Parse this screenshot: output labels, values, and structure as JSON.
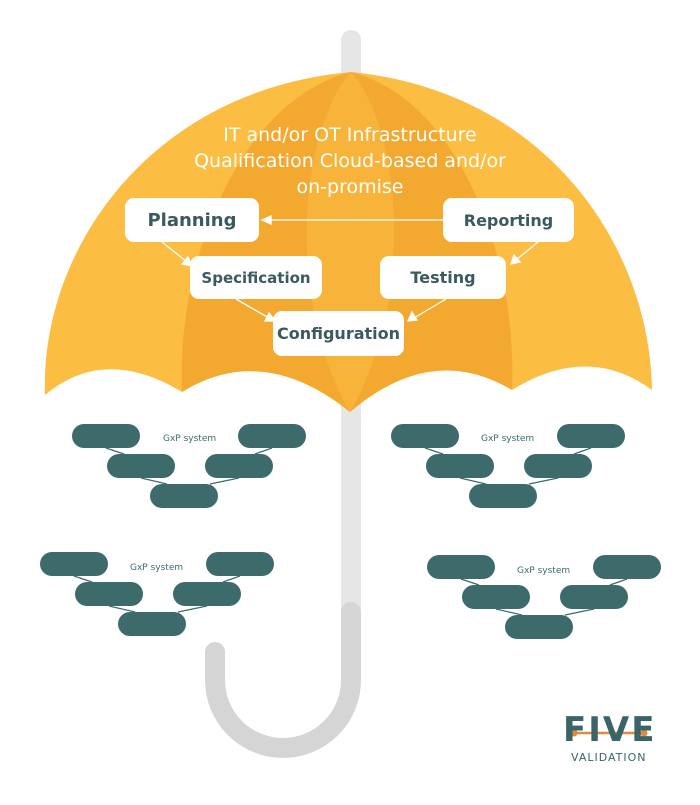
{
  "title_lines": [
    "IT and/or OT Infrastructure",
    "Qualification Cloud-based and/or",
    "on-promise"
  ],
  "process_steps": {
    "planning": "Planning",
    "reporting": "Reporting",
    "specification": "Specification",
    "testing": "Testing",
    "configuration": "Configuration"
  },
  "gxp_systems": [
    {
      "label": "GxP system"
    },
    {
      "label": "GxP system"
    },
    {
      "label": "GxP system"
    },
    {
      "label": "GxP system"
    }
  ],
  "logo": {
    "word": "FIVE",
    "sub": "VALIDATION"
  },
  "colors": {
    "umbrella_light": "#FBBE42",
    "umbrella_dark": "#F3A930",
    "handle": "#D5D5D5",
    "gxp_node": "#3D6B6B",
    "text_teal": "#3A5A60",
    "logo_accent": "#E08A3C"
  }
}
